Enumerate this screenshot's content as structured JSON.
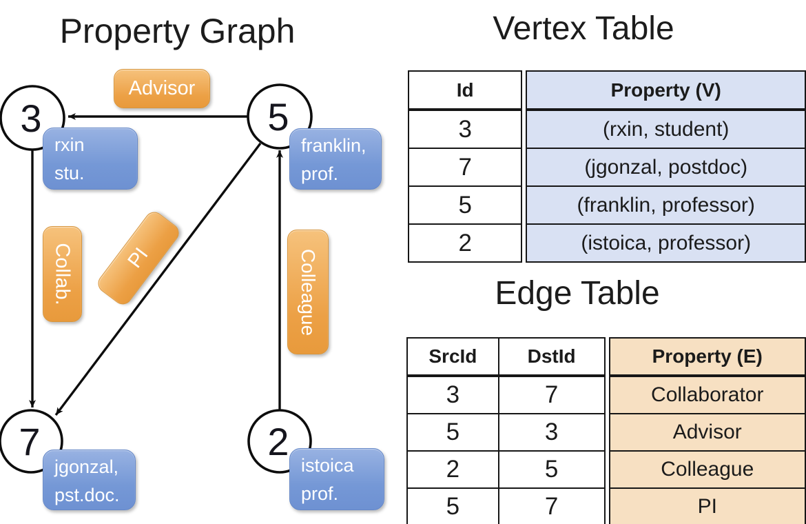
{
  "graph": {
    "title": "Property Graph",
    "nodes": [
      {
        "id": "3",
        "label_lines": [
          "rxin",
          "stu."
        ]
      },
      {
        "id": "5",
        "label_lines": [
          "franklin,",
          "prof."
        ]
      },
      {
        "id": "7",
        "label_lines": [
          "jgonzal,",
          "pst.doc."
        ]
      },
      {
        "id": "2",
        "label_lines": [
          "istoica",
          "prof."
        ]
      }
    ],
    "edges": [
      {
        "src": "5",
        "dst": "3",
        "label": "Advisor"
      },
      {
        "src": "3",
        "dst": "7",
        "label": "Collab."
      },
      {
        "src": "5",
        "dst": "7",
        "label": "PI"
      },
      {
        "src": "2",
        "dst": "5",
        "label": "Colleague"
      }
    ]
  },
  "vertex_table": {
    "title": "Vertex Table",
    "columns": [
      "Id",
      "Property (V)"
    ],
    "rows": [
      [
        "3",
        "(rxin, student)"
      ],
      [
        "7",
        "(jgonzal, postdoc)"
      ],
      [
        "5",
        "(franklin, professor)"
      ],
      [
        "2",
        "(istoica, professor)"
      ]
    ]
  },
  "edge_table": {
    "title": "Edge Table",
    "columns": [
      "SrcId",
      "DstId",
      "Property (E)"
    ],
    "rows": [
      [
        "3",
        "7",
        "Collaborator"
      ],
      [
        "5",
        "3",
        "Advisor"
      ],
      [
        "2",
        "5",
        "Colleague"
      ],
      [
        "5",
        "7",
        "PI"
      ]
    ]
  },
  "colors": {
    "edge_label_orange": "#eca045",
    "vertex_label_blue": "#7598d6",
    "vertex_property_cell_bg": "#d9e1f3",
    "edge_property_cell_bg": "#f7e0c2",
    "line_stroke": "#0d0d0d",
    "node_fill": "#ffffff"
  }
}
